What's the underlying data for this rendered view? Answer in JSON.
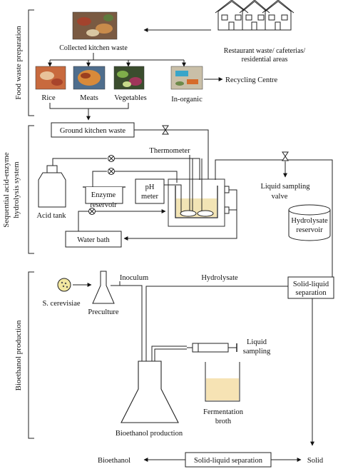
{
  "sections": {
    "food_waste": "Food waste preparation",
    "hydrolysis": "Sequential acid-enzyme hydrolysis system",
    "bioethanol": "Bioethanol production"
  },
  "food": {
    "collected": "Collected kitchen waste",
    "source_line1": "Restaurant waste/ cafeterias/",
    "source_line2": "residential areas",
    "rice": "Rice",
    "meats": "Meats",
    "vegetables": "Vegetables",
    "inorganic": "In-organic",
    "recycling": "Recycling Centre"
  },
  "hydro": {
    "ground": "Ground kitchen waste",
    "thermometer": "Thermometer",
    "enzyme_line1": "Enzyme",
    "enzyme_line2": "reservoir",
    "ph_line1": "pH",
    "ph_line2": "meter",
    "acid": "Acid tank",
    "sampling_line1": "Liquid sampling",
    "sampling_line2": "valve",
    "hydrolysate_line1": "Hydrolysate",
    "hydrolysate_line2": "reservoir",
    "water_bath": "Water bath"
  },
  "bio": {
    "yeast": "S. cerevisiae",
    "preculture": "Preculture",
    "inoculum": "Inoculum",
    "hydrolysate": "Hydrolysate",
    "separation1_line1": "Solid-liquid",
    "separation1_line2": "separation",
    "liquid_sampling_line1": "Liquid",
    "liquid_sampling_line2": "sampling",
    "broth_line1": "Fermentation",
    "broth_line2": "broth",
    "production": "Bioethanol production",
    "bioethanol": "Bioethanol",
    "separation2": "Solid-liquid separation",
    "solid": "Solid"
  }
}
